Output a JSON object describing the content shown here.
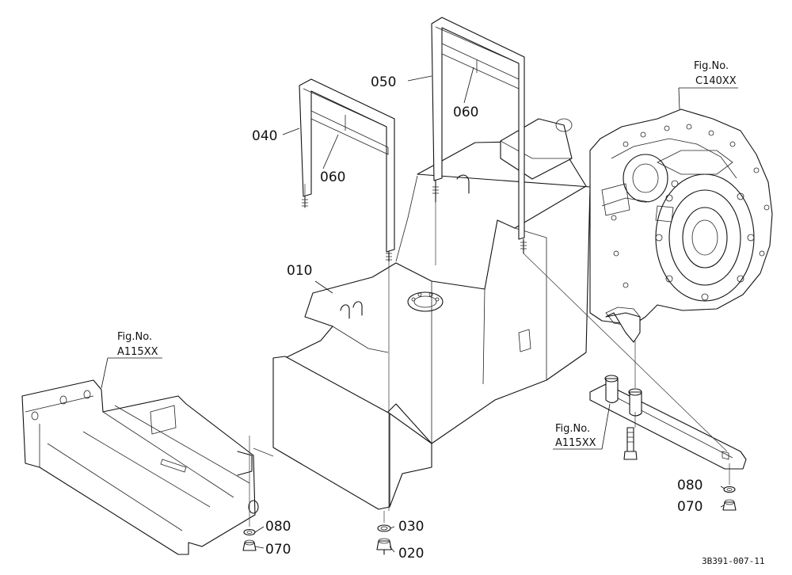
{
  "labels": {
    "p010": "010",
    "p020": "020",
    "p030": "030",
    "p040": "040",
    "p050": "050",
    "p060a": "060",
    "p060b": "060",
    "p070a": "070",
    "p070b": "070",
    "p080a": "080",
    "p080b": "080"
  },
  "figrefs": {
    "transmission": {
      "line1": "Fig.No.",
      "line2": "C140XX"
    },
    "step_left": {
      "line1": "Fig.No.",
      "line2": "A115XX"
    },
    "step_right": {
      "line1": "Fig.No.",
      "line2": "A115XX"
    }
  },
  "drawing_code": "3B391-007-11",
  "colors": {
    "ink": "#111111",
    "paper": "#ffffff"
  }
}
